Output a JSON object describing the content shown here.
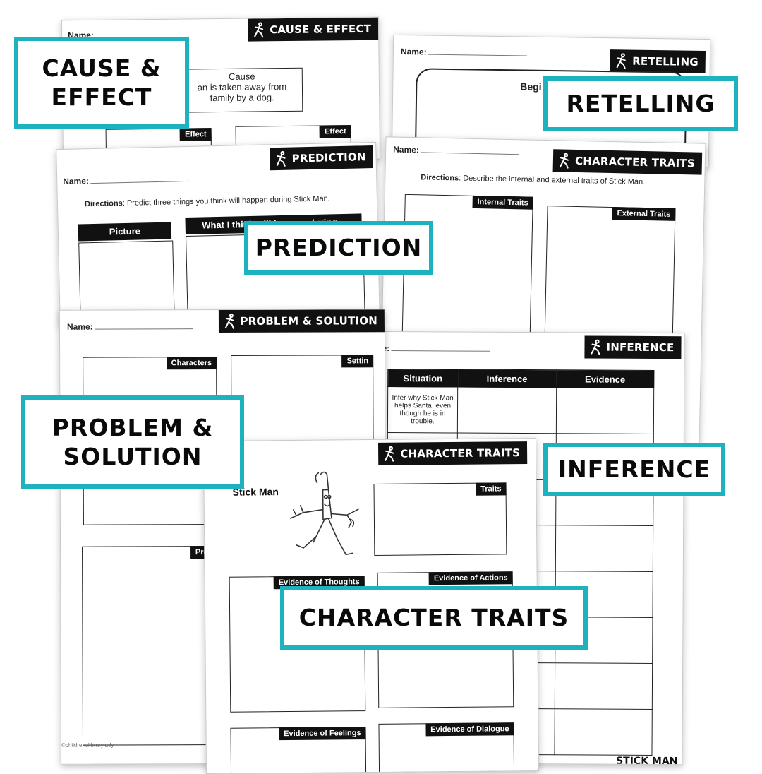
{
  "colors": {
    "accent": "#1eb1bf",
    "ink": "#111111"
  },
  "icons": {
    "worksheet_tag_icon": "running-stick-man-icon"
  },
  "common": {
    "name_label": "Name:"
  },
  "cause_effect_sheet": {
    "tag": "CAUSE & EFFECT",
    "cause_header": "Cause",
    "cause_text_1": "an is taken away from",
    "cause_text_2": "family by a dog.",
    "effect_label_1": "Effect",
    "effect_label_2": "Effect"
  },
  "retelling_sheet": {
    "tag": "RETELLING",
    "begin_label": "Begi"
  },
  "prediction_sheet": {
    "tag": "PREDICTION",
    "directions_bold": "Directions",
    "directions_text": ": Predict three things you think will happen during Stick Man.",
    "col_picture": "Picture",
    "col_what": "What I think will happen during..."
  },
  "character_traits_sheet_1": {
    "tag": "CHARACTER TRAITS",
    "directions_bold": "Directions",
    "directions_text": ": Describe the internal and external traits of Stick Man.",
    "internal_label": "Internal Traits",
    "external_label": "External Traits"
  },
  "problem_solution_sheet": {
    "tag": "PROBLEM & SOLUTION",
    "characters_label": "Characters",
    "setting_label": "Settin",
    "problem_label": "Proble",
    "credit": "©childrenslibrarylady"
  },
  "inference_sheet": {
    "tag": "INFERENCE",
    "headers": [
      "Situation",
      "Inference",
      "Evidence"
    ],
    "row_1_situation": "Infer why Stick Man helps Santa, even though he is in trouble.",
    "footer_title": "STICK MAN"
  },
  "character_traits_sheet_2": {
    "tag": "CHARACTER TRAITS",
    "subject": "Stick Man",
    "traits_label": "Traits",
    "thoughts_label": "Evidence of Thoughts",
    "actions_label": "Evidence of Actions",
    "feelings_label": "Evidence of Feelings",
    "dialogue_label": "Evidence of Dialogue"
  },
  "labels": {
    "cause_effect_line1": "CAUSE &",
    "cause_effect_line2": "EFFECT",
    "retelling": "RETELLING",
    "prediction": "PREDICTION",
    "problem_solution_line1": "PROBLEM &",
    "problem_solution_line2": "SOLUTION",
    "inference": "INFERENCE",
    "character_traits": "CHARACTER TRAITS"
  }
}
